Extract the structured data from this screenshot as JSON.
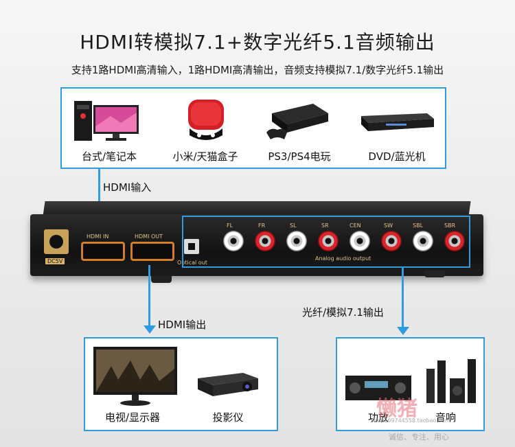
{
  "header": {
    "title": "HDMI转模拟7.1+数字光纤5.1音频输出",
    "subtitle": "支持1路HDMI高清输入，1路HDMI高清输出，音频支持模拟7.1/数字光纤5.1输出"
  },
  "sources": [
    {
      "label": "台式/笔记本",
      "icon": "desktop-pc-icon"
    },
    {
      "label": "小米/天猫盒子",
      "icon": "tv-box-icon"
    },
    {
      "label": "PS3/PS4电玩",
      "icon": "game-console-icon"
    },
    {
      "label": "DVD/蓝光机",
      "icon": "dvd-player-icon"
    }
  ],
  "flows": {
    "hdmi_in": "HDMI输入",
    "hdmi_out": "HDMI输出",
    "audio_out": "光纤/模拟7.1输出"
  },
  "device": {
    "dc": "DC5V",
    "hdmi_in": "HDMI IN",
    "hdmi_out": "HDMI OUT",
    "optical": "Optical out",
    "analog": "Analog audio output",
    "channels": [
      "FL",
      "FR",
      "SL",
      "SR",
      "CEN",
      "SW",
      "SBL",
      "SBR"
    ]
  },
  "displays": [
    {
      "label": "电视/显示器",
      "icon": "monitor-icon"
    },
    {
      "label": "投影仪",
      "icon": "projector-icon"
    }
  ],
  "audio": [
    {
      "label": "功放",
      "icon": "amplifier-icon"
    },
    {
      "label": "音响",
      "icon": "speakers-icon"
    }
  ],
  "watermark": {
    "big": "懒猪",
    "url": "shop109744558.taobao.com",
    "slogan": "诚信、专注、用心"
  },
  "colors": {
    "accent": "#2f9be0",
    "port": "#d27d2a",
    "rca_red": "#d8252b"
  }
}
